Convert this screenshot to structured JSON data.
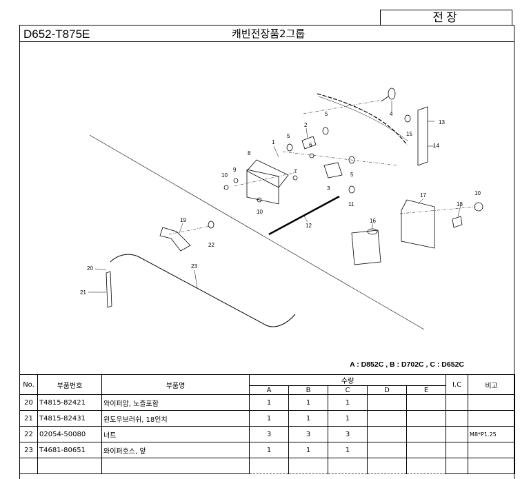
{
  "header": {
    "category": "전장",
    "model": "D652-T875E",
    "group_title": "캐빈전장품2그룹"
  },
  "diagram": {
    "callouts": [
      "1",
      "2",
      "3",
      "4",
      "5",
      "5",
      "5",
      "6",
      "7",
      "8",
      "9",
      "10",
      "10",
      "10",
      "11",
      "12",
      "13",
      "14",
      "15",
      "16",
      "17",
      "18",
      "19",
      "20",
      "21",
      "22",
      "23"
    ]
  },
  "legend": "A : D852C , B : D702C , C : D652C",
  "table": {
    "headers": {
      "no": "No.",
      "part_no": "부품번호",
      "part_name": "부품명",
      "qty": "수량",
      "qty_cols": [
        "A",
        "B",
        "C",
        "D",
        "E"
      ],
      "ic": "I.C",
      "remark": "비고"
    },
    "rows": [
      {
        "no": "20",
        "part_no": "T4815-82421",
        "part_name": "와이퍼암, 노즐포함",
        "A": "1",
        "B": "1",
        "C": "1",
        "D": "",
        "E": "",
        "ic": "",
        "remark": ""
      },
      {
        "no": "21",
        "part_no": "T4815-82431",
        "part_name": "윈도우브러쉬, 18인치",
        "A": "1",
        "B": "1",
        "C": "1",
        "D": "",
        "E": "",
        "ic": "",
        "remark": ""
      },
      {
        "no": "22",
        "part_no": "02054-50080",
        "part_name": "너트",
        "A": "3",
        "B": "3",
        "C": "3",
        "D": "",
        "E": "",
        "ic": "",
        "remark": "M8*P1.25"
      },
      {
        "no": "23",
        "part_no": "T4681-80651",
        "part_name": "와이퍼호스, 앞",
        "A": "1",
        "B": "1",
        "C": "1",
        "D": "",
        "E": "",
        "ic": "",
        "remark": ""
      },
      {
        "no": "",
        "part_no": "",
        "part_name": "",
        "A": "",
        "B": "",
        "C": "",
        "D": "",
        "E": "",
        "ic": "",
        "remark": ""
      }
    ]
  }
}
